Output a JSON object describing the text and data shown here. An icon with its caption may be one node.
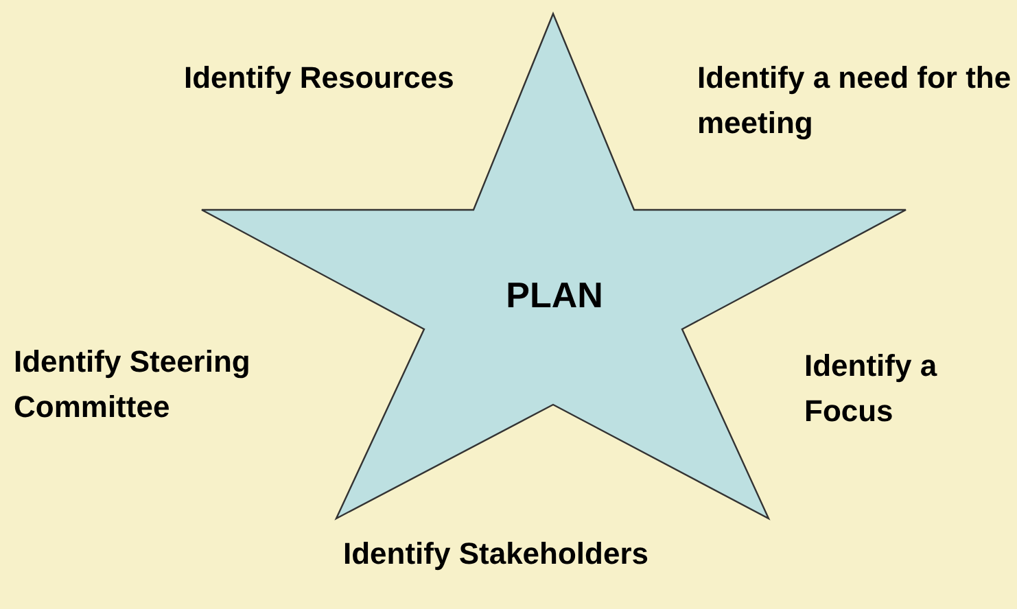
{
  "diagram": {
    "nodes": [
      {
        "text": [
          "PLAN"
        ]
      }
    ],
    "labels": [
      "Identify Resources",
      "Identify a need for the meeting",
      "Identify Steering Committee",
      "Identify a Focus",
      "Identify Stakeholders"
    ]
  }
}
